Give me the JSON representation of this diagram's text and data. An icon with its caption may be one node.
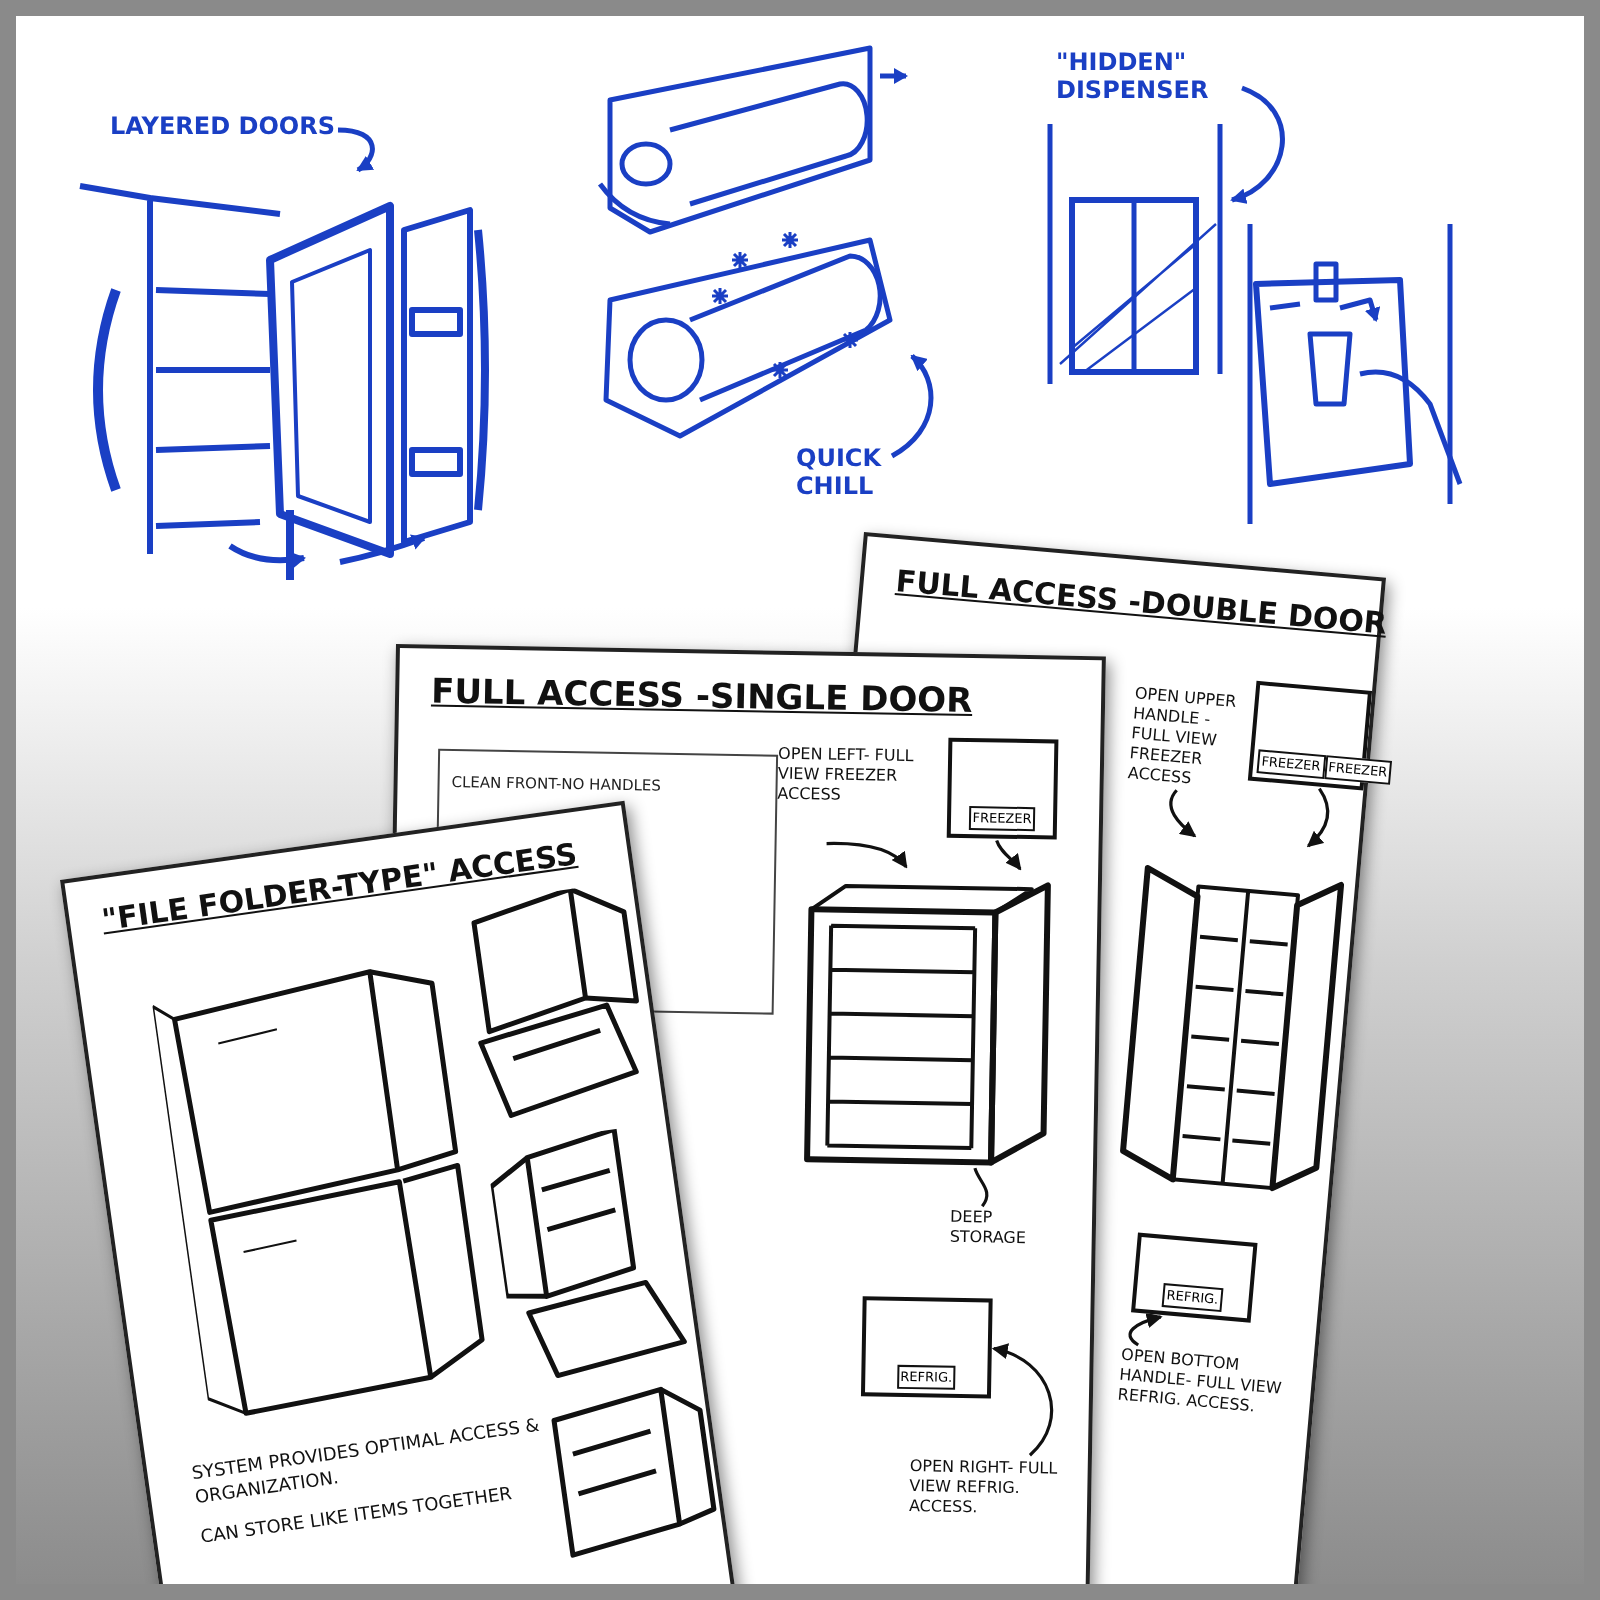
{
  "diagram": {
    "nodes": [
      {
        "text": [
          "FULL ACCESS -DOUBLE DOOR"
        ]
      },
      {
        "text": [
          "FULL ACCESS -SINGLE DOOR"
        ]
      },
      {
        "text": [
          "\"FILE FOLDER-TYPE\" ACCESS"
        ]
      },
      {
        "text": [
          "LAYERED DOORS"
        ]
      },
      {
        "text": [],
        "shape": "picture"
      },
      {
        "text": [
          "QUICK CHILL"
        ]
      },
      {
        "text": [],
        "shape": "picture"
      },
      {
        "text": [
          "\"HIDDEN\" DISPENSER"
        ]
      },
      {
        "text": [],
        "shape": "picture"
      },
      {
        "text": [
          "OPEN UPPER HANDLE - FULL VIEW FREEZER ACCESS"
        ],
        "in": 0
      },
      {
        "text": [
          "FREEZER",
          "FREEZER"
        ],
        "in": 0
      },
      {
        "text": [],
        "shape": "picture",
        "in": 0
      },
      {
        "text": [
          "REFRIG."
        ],
        "in": 0
      },
      {
        "text": [
          "OPEN BOTTOM HANDLE- FULL VIEW REFRIG. ACCESS."
        ],
        "in": 0
      },
      {
        "text": [
          "CLEAN FRONT-NO HANDLES"
        ],
        "in": 1
      },
      {
        "text": [
          "OPEN LEFT- FULL VIEW FREEZER ACCESS"
        ]
      },
      {
        "text": [
          "FREEZER"
        ]
      },
      {
        "text": [],
        "shape": "picture"
      },
      {
        "text": [
          "DEEP STORAGE"
        ]
      },
      {
        "text": [
          "REFRIG."
        ]
      },
      {
        "text": [
          "OPEN RIGHT- FULL VIEW REFRIG. ACCESS."
        ]
      }
    ],
    "edges": [
      {
        "from": 3,
        "to": 4,
        "arrow": "to",
        "color": "#1a3fc4"
      },
      {
        "from": 5,
        "to": 6,
        "arrow": "to",
        "color": "#1a3fc4"
      },
      {
        "from": 7,
        "to": 8,
        "arrow": "to",
        "color": "#1a3fc4"
      },
      {
        "from": 9,
        "to": 11,
        "arrow": "to"
      },
      {
        "from": 10,
        "to": 11,
        "arrow": "to"
      },
      {
        "from": 13,
        "to": 12,
        "arrow": "to"
      },
      {
        "from": 15,
        "to": 17,
        "arrow": "to"
      },
      {
        "from": 16,
        "to": 17,
        "arrow": "to"
      },
      {
        "from": 18,
        "to": 17,
        "arrow": "none"
      },
      {
        "from": 20,
        "to": 19,
        "arrow": "to"
      }
    ],
    "labels": [
      "SYSTEM PROVIDES OPTIMAL ACCESS & ORGANIZATION.",
      "CAN STORE LIKE ITEMS TOGETHER"
    ]
  }
}
